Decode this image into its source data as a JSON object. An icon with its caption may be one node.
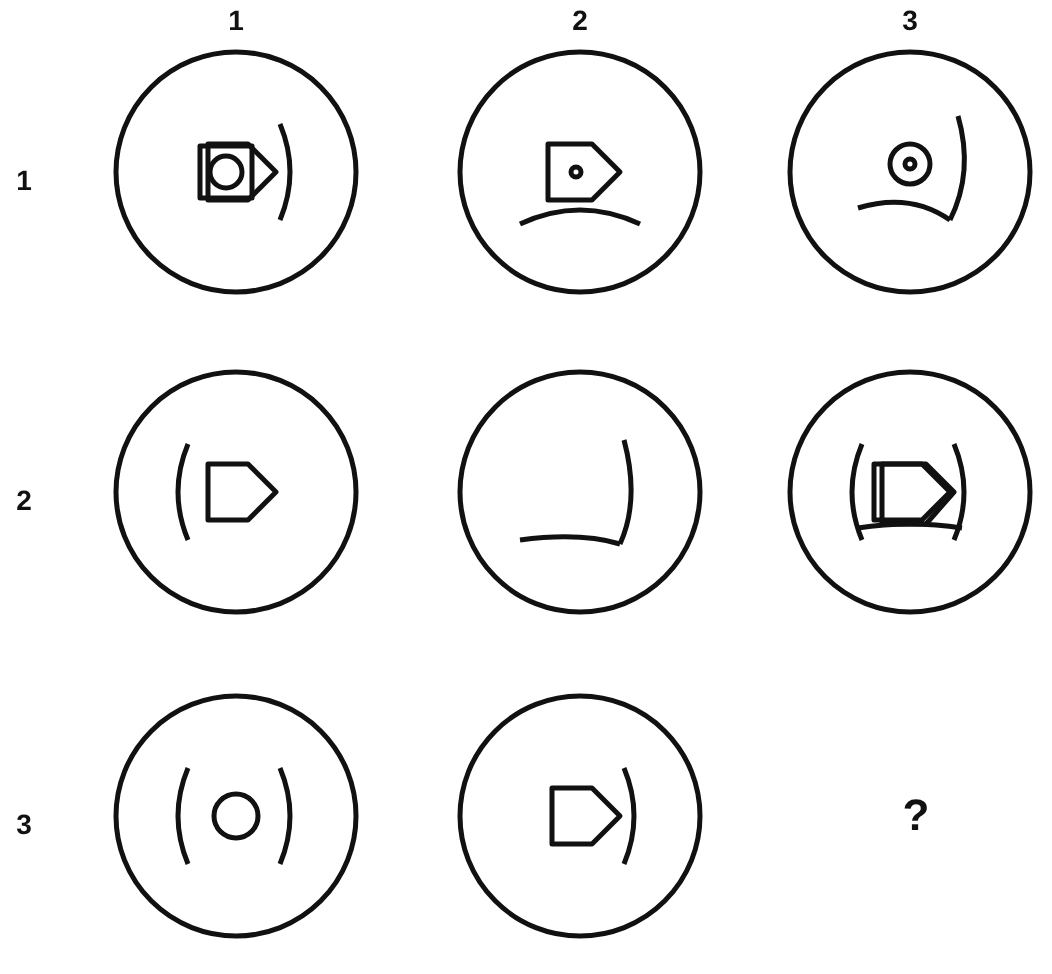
{
  "diagram": {
    "nodes": [
      {
        "text": [],
        "shape": "circle"
      },
      {
        "text": [],
        "shape": "circle"
      },
      {
        "text": [],
        "shape": "circle"
      },
      {
        "text": [],
        "shape": "circle"
      },
      {
        "text": [],
        "shape": "circle"
      },
      {
        "text": [],
        "shape": "circle"
      },
      {
        "text": [],
        "shape": "circle"
      },
      {
        "text": [],
        "shape": "circle"
      }
    ],
    "labels": [
      "1",
      "2",
      "3",
      "1",
      "2",
      "3",
      "?"
    ]
  }
}
